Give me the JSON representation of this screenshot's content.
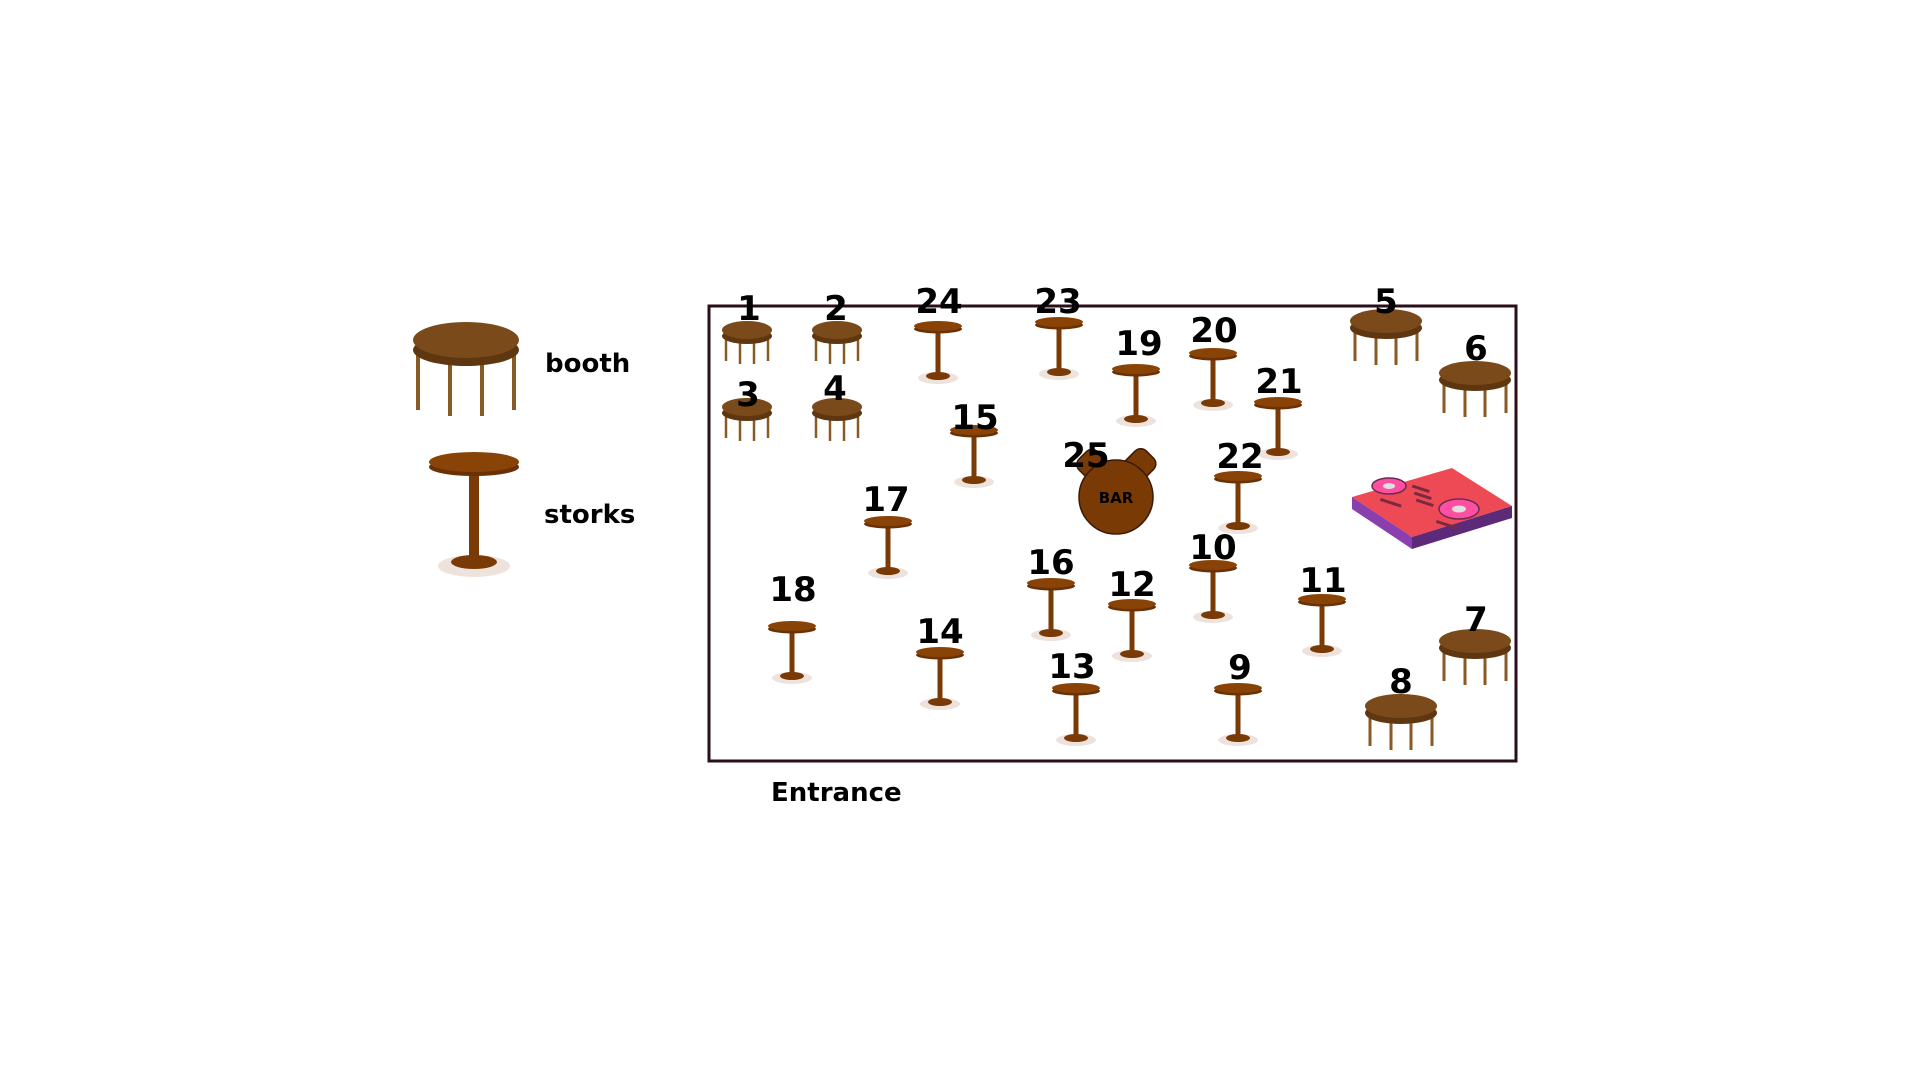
{
  "colors": {
    "table_top": "#7a4a1a",
    "table_top_edge": "#5e3610",
    "stork_top": "#8a4306",
    "stork_post": "#7a3a05",
    "room_border": "#2a0f1a",
    "shadow": "#eee2dd",
    "dj_body": "#ee4a55",
    "dj_side": "#8a3fae",
    "dj_platter": "#ff4fa0"
  },
  "legend": {
    "booth_label": "booth",
    "storks_label": "storks"
  },
  "room": {
    "entrance_label": "Entrance",
    "bar_label": "BAR"
  },
  "tables": {
    "t1": {
      "label": "1",
      "type": "booth"
    },
    "t2": {
      "label": "2",
      "type": "booth"
    },
    "t3": {
      "label": "3",
      "type": "booth"
    },
    "t4": {
      "label": "4",
      "type": "booth"
    },
    "t5": {
      "label": "5",
      "type": "booth"
    },
    "t6": {
      "label": "6",
      "type": "booth"
    },
    "t7": {
      "label": "7",
      "type": "booth"
    },
    "t8": {
      "label": "8",
      "type": "booth"
    },
    "t9": {
      "label": "9",
      "type": "stork"
    },
    "t10": {
      "label": "10",
      "type": "stork"
    },
    "t11": {
      "label": "11",
      "type": "stork"
    },
    "t12": {
      "label": "12",
      "type": "stork"
    },
    "t13": {
      "label": "13",
      "type": "stork"
    },
    "t14": {
      "label": "14",
      "type": "stork"
    },
    "t15": {
      "label": "15",
      "type": "stork"
    },
    "t16": {
      "label": "16",
      "type": "stork"
    },
    "t17": {
      "label": "17",
      "type": "stork"
    },
    "t18": {
      "label": "18",
      "type": "stork"
    },
    "t19": {
      "label": "19",
      "type": "stork"
    },
    "t20": {
      "label": "20",
      "type": "stork"
    },
    "t21": {
      "label": "21",
      "type": "stork"
    },
    "t22": {
      "label": "22",
      "type": "stork"
    },
    "t23": {
      "label": "23",
      "type": "stork"
    },
    "t24": {
      "label": "24",
      "type": "stork"
    },
    "t25": {
      "label": "25",
      "type": "bar"
    }
  },
  "dj_icon": "dj-controller-icon"
}
